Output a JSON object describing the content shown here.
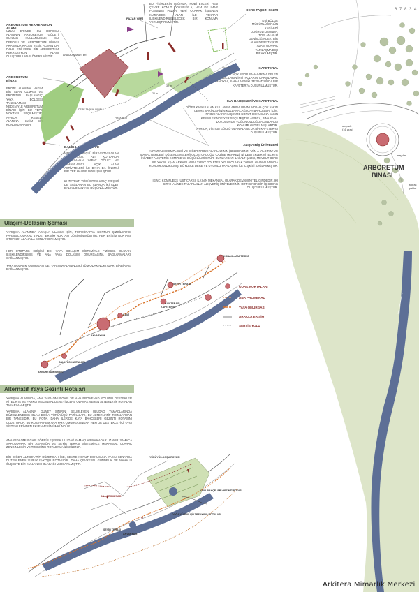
{
  "page_number": "6 7 8 3 4",
  "credit": "Arkitera Mimarlık Merkezi",
  "top_notes": {
    "arboretum_area": {
      "title": "ARBORETUM REKREASYON ALANI",
      "text": "UZUN ERİMDE SU DEPOSU ALANININ ARBORETUM GÖLETİ OLARAK KULLANILMASI, SU DEPOSU VE ARBORETUM BİNASI ARASINDA KALAN YEŞİL ALANIN DA DAHİL EDİLEREK BİR ARBORETUM REKREASYON ALANI OLUŞTURULMASI ÖNERİLMİŞTİR."
    },
    "arboretum_building": {
      "title": "ARBORETUM BİNASI",
      "text": "PROJE ALANINA HAKİM BİR ALAN OLMASI VE PROJENİN BAŞLANGIÇ YAYA BÖLGESİ TANIMLAMASI NEDENİYLE ARBORETUM BİNASI İÇİN BU TEPE NOKTASI SEÇİLMİŞTİR. AYRICA, REMEDİ ALANINA HAKİM BİR KONUMU VARDIR."
    },
    "fish_restaurant": {
      "title": "BALIK LOKANTALARI",
      "text1": "MEVCUTTA GÜÇLÜ BİR VİSTASI OLAN BU ALAN, ALT KOTLARDA TASARLANAN YAPAY GÖLET VE TAMAMLAYICI AÇIK ALAN AKTİVİTELERİ İLE DAHA DA ÖNEMLİ BİR YER HALİNE DÖNÜŞMÜŞTÜR.",
      "text2": "KUZEYBATI YÖNÜNDEN ARAÇ ERİŞİMİ DE SAĞLANAN BU ALANDA İKİ ADET BALIK LOKANTASI DÜŞÜNÜLMÜŞTÜR."
    },
    "center_note": "BU FİKİRLERİN IŞIĞINDA, HOBİ EVLERİ HEM ÇEVRE KONUT DOKUSUYLA, HEM DE İMAR PLANINDA PAZAR YERİ OLARAK İŞLENEN KUZEYDEKİ ALAN İLE TEKRAR İLİŞKİLENDİRİLEBİLECEK BİR KONUMA YERLEŞTİRİLMİŞTİR.",
    "pazar_yeri": "PAZAR YERİ",
    "dere_taskin": {
      "title": "DERE TAŞKIN SINIRI",
      "text": "DSİ BÖLGE MÜDÜRLÜĞÜ'NÜN VERİLERİ DOĞRULTUSUNDA, TOPLAM 60 M GENİŞLİĞİNDEKİ BİR ALAN DERE TAŞKIN ALANI OLARAK YAPILAŞMA DIŞI BIRAKILMIŞTIR."
    },
    "kafeterya": {
      "title": "KAFETERYA",
      "text": "ALANDAKİ AÇIK SPOR SAHALARINA GELEN KULLANICILARIN İHTİYAÇLARINI KARŞILAMAK AMACIYLA, SAHALARIN KUZEYBATISINDA BİR KAFETERYA DÜŞÜNÜLMÜŞTÜR."
    },
    "cay": {
      "title": "ÇAY BAHÇELERİ VE KAFETERYA",
      "text1": "DİĞER KAPALI ALAN KULLANIMLARINA ORANLA DAHA ÇOK YAKIN ÇEVRE SAKİNLERİNİN KULLANACAĞI ÇAY BAHÇELERİ İÇİN, PROJE ALANININ ÇEVRE KONUT DOKUSUNA YAKIN KESİMLERİNDE YER SEÇİLMİŞTİR. AYRICA, BİNA SIVAL DOKUSUNUN YOĞUN OLDUĞU ALANLARDA KONUMLANDIRILMIŞLARDIR.",
      "text2": "AYRICA, VİSTASI GÜÇLÜ OLAN ALANA DA BİR KAFETERYA DÜŞÜNÜLMÜŞTÜR."
    },
    "alisveris": {
      "title": "ALIŞVERİŞ ÜNİTELERİ",
      "text1": "AKVARYUM KOMPLEKSİ VE DİĞER PROJE ALANLARININ (BELEDİYENİN 'MİN-A-YILDIRIM' VE 'MASAL BAHÇESİ' DÜZENLEMELERİ) OLUŞTURDUĞU 'CAZİBE MERKEZİ' Nİ DESTEKLER NİTELİKTE İKİ ADET ALIŞVERİŞ KOMPLEKSİ DÜŞÜNÜLMÜŞTÜR. BUNLARDAN İLKİ ALT ÇARŞI, MEVCUT DERE İLE YAKINLAŞAN ARKA PLANDA YAPAY GÖLETE UYGUN OLARAK TASARLANAN ALANINDA KONUMLANDIRILMIŞ, BÖYLECE DERE VE UYUMLU YAPILAŞMA İLE İLİŞKİSİ SAĞLANMIŞTIR.",
      "text2": "İKİNCİ KOMPLEKS (ÜST ÇARŞI) İLKİNİN MEKANSAL OLARAK DEVAMI NİTELİĞİNDEDİR. İKİ SIRA HALİNDE TASARLANAN ALIŞVERİŞ ÜNİTELERİNİN ORTASINDA BİR İÇ SOKAK OLUŞTURULMUŞTUR."
    }
  },
  "map_top": {
    "labels": {
      "ana_ulasim": "ANA ULAŞIM ARTERİ",
      "yaya_aks": "YAYA AKSI",
      "dere_taskin_label": "DERE TAŞKIN SINIRI",
      "m20": "20 m",
      "m30": "30 m"
    }
  },
  "right_map": {
    "arboretum": "ARBORETUM",
    "binasi": "BİNASI",
    "otopark": "otopark",
    "arac": "(16 araç)",
    "meydan": "meydan",
    "toprak1": "toprak",
    "toprak2": "patika"
  },
  "section1": {
    "title": "Ulaşım-Dolaşım Şeması",
    "p1": "YARIŞMA ALANINDA ARAÇLA ULAŞIM İÇİN, TOPOĞRAFYA KONTUR ÇİZGİLERİNE PARALEL OLARAK 6 ADET ERİŞİM NOKTASI DÜŞÜNÜLMÜŞTÜR. HER ERİŞİM NOKTASI OTOPARK ALANIYLA SONLANDIRILMIŞTIR.",
    "p2": "HER OTOPARK ERİŞİMİ DE, YAYA DOLAŞIM SİSTEMİYLE FİZİKSEL OLARAK İLİŞKİLENDİRİLMİŞ VE ANA YAYA DOLAŞIM OMURGASINA BAĞLANMALARI SAĞLANMIŞTIR.",
    "p3": "YAYA DOLAŞIM OMURGASI İLE, YARIŞMA ALANINDAKİ TÜM ODAK NOKTALARI BİRBİRİNE BAĞLANMIŞTIR.",
    "legend": [
      "ODAK NOKTALARI",
      "ANA PROMENAD",
      "YAYA OMURGASI",
      "ARAÇLA ERİŞİM",
      "SERVİS YOLU"
    ],
    "nodes": {
      "konaklama": "KONAKLAMA TESİSİ",
      "seyir": "SEYİR TERASI",
      "cay_terasi": "ÇAY TERASI",
      "kafeterya": "KAFETERYA",
      "cami": "CAMİ",
      "akvaryum": "AKVARYUM",
      "balik": "BALIK LOKANTALARI",
      "arboretum": "ARBORETUM BİNASI"
    }
  },
  "section2": {
    "title": "Alternatif Yaya Gezinti Rotaları",
    "p1": "YARIŞMA ALANINDA, ANA YAYA OMURGASI VE ANA PROMENAD YOLUNU DESTEKLER NİTELİKTE VE FARKLI MEKANSAL DENEYİMLERE OLANAK VEREN ALTERNATİF ROTALAR TASARLANMIŞTIR.",
    "p2": "YARIŞMA ALANININ GÜNEY SINIRINI BELİRLEYEN ULUDAĞ YAMAÇLARINDA DÜZENLENECEK OLAN DOĞA YÜRÜYÜŞÜ PATİKALARI, BU ALTERNATİF ROTALARDAN BİR TANESİDİR. BU ROTA, DAHA İLERİDE KAYA BAHÇELERİ GEZİNTİ ROTASINI OLUŞTURUR. BU ROTAYA HEM ANA YAYA OMURGASINDAN HEM DE DESTEKLEYİCİ YAYA SİSTEMLERİNDEN EKLENMESİ MÜMKÜNDÜR.",
    "p3": "ANA YAYA OMURGASI KÖPRÜLEŞEREK ULUDAĞ YAMAÇLARINA KADAR UZANIR. YAMACA SAPLANARAK BİR ASANSÖR VE SEYİR TERASI SİSTEMİYLE MEKANSAL OLARAK ZENGİNLEŞİR VE TREKKİNG ROTASIYLA İLİŞKİLENİR.",
    "p4": "BİR DİĞER ALTERNATİF GÜZERGAH İSE, ÇEVRE KONUT DOKUSUNA YAKIN KENARDA DÜZENLENEN YÜRÜYÜŞ-KOŞU ROTASIDIR. DAHA ÇEVRESEL GÜNDELİK VE MAHALLİ ÖLÇEKTE BİR KULLANIMI OLACAĞI VARSAYILMIŞTIR.",
    "labels": {
      "yuruyus": "YÜRÜYÜŞ-KOŞU ROTASI",
      "ana_promenad": "ANA PROMENAD",
      "kaya": "KAYA BAHÇELERİ GEZİNTİ ROTASI",
      "doga": "DOĞA YÜRÜYÜŞÜ TREKKING ROTALARI",
      "akvaryum": "AKVARYUM",
      "seyir": "SEYİR TERASI"
    }
  },
  "colors": {
    "band": "#b4c7a2",
    "river": "#5d6f96",
    "accent_red": "#8b2d2a",
    "orange": "#d8742c",
    "green": "#8fc46b"
  }
}
